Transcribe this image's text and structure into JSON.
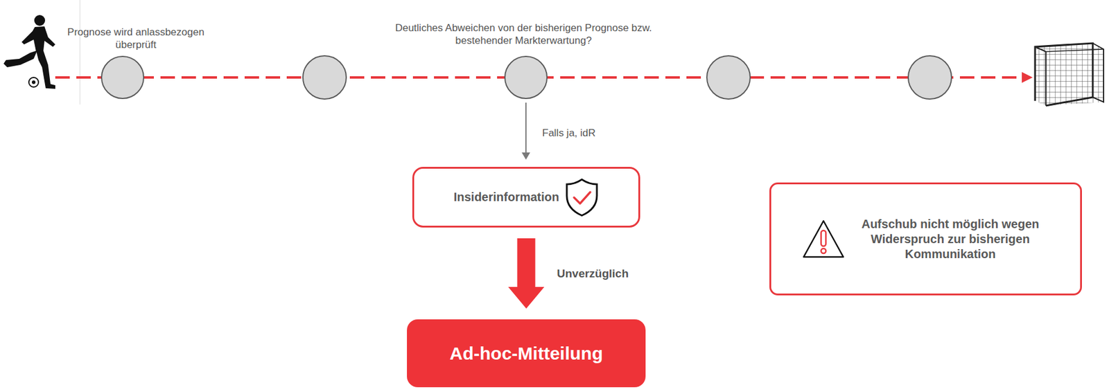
{
  "diagram": {
    "nodes": [
      {
        "text": [
          "Prognose wird anlassbezogen überprüft"
        ]
      },
      {
        "text": [
          "Deutliches Abweichen von der bisherigen Prognose bzw. bestehender Markterwartung?"
        ]
      },
      {
        "text": [
          "Insiderinformation"
        ]
      },
      {
        "text": [
          "Ad-hoc-Mitteilung"
        ]
      },
      {
        "text": [
          "Aufschub nicht möglich wegen Widerspruch zur bisherigen Kommunikation"
        ]
      }
    ],
    "edges": [
      {
        "from": 1,
        "to": 2,
        "label": "Falls ja, idR",
        "arrow": "to"
      },
      {
        "from": 2,
        "to": 3,
        "label": "Unverzüglich",
        "arrow": "to"
      }
    ]
  }
}
